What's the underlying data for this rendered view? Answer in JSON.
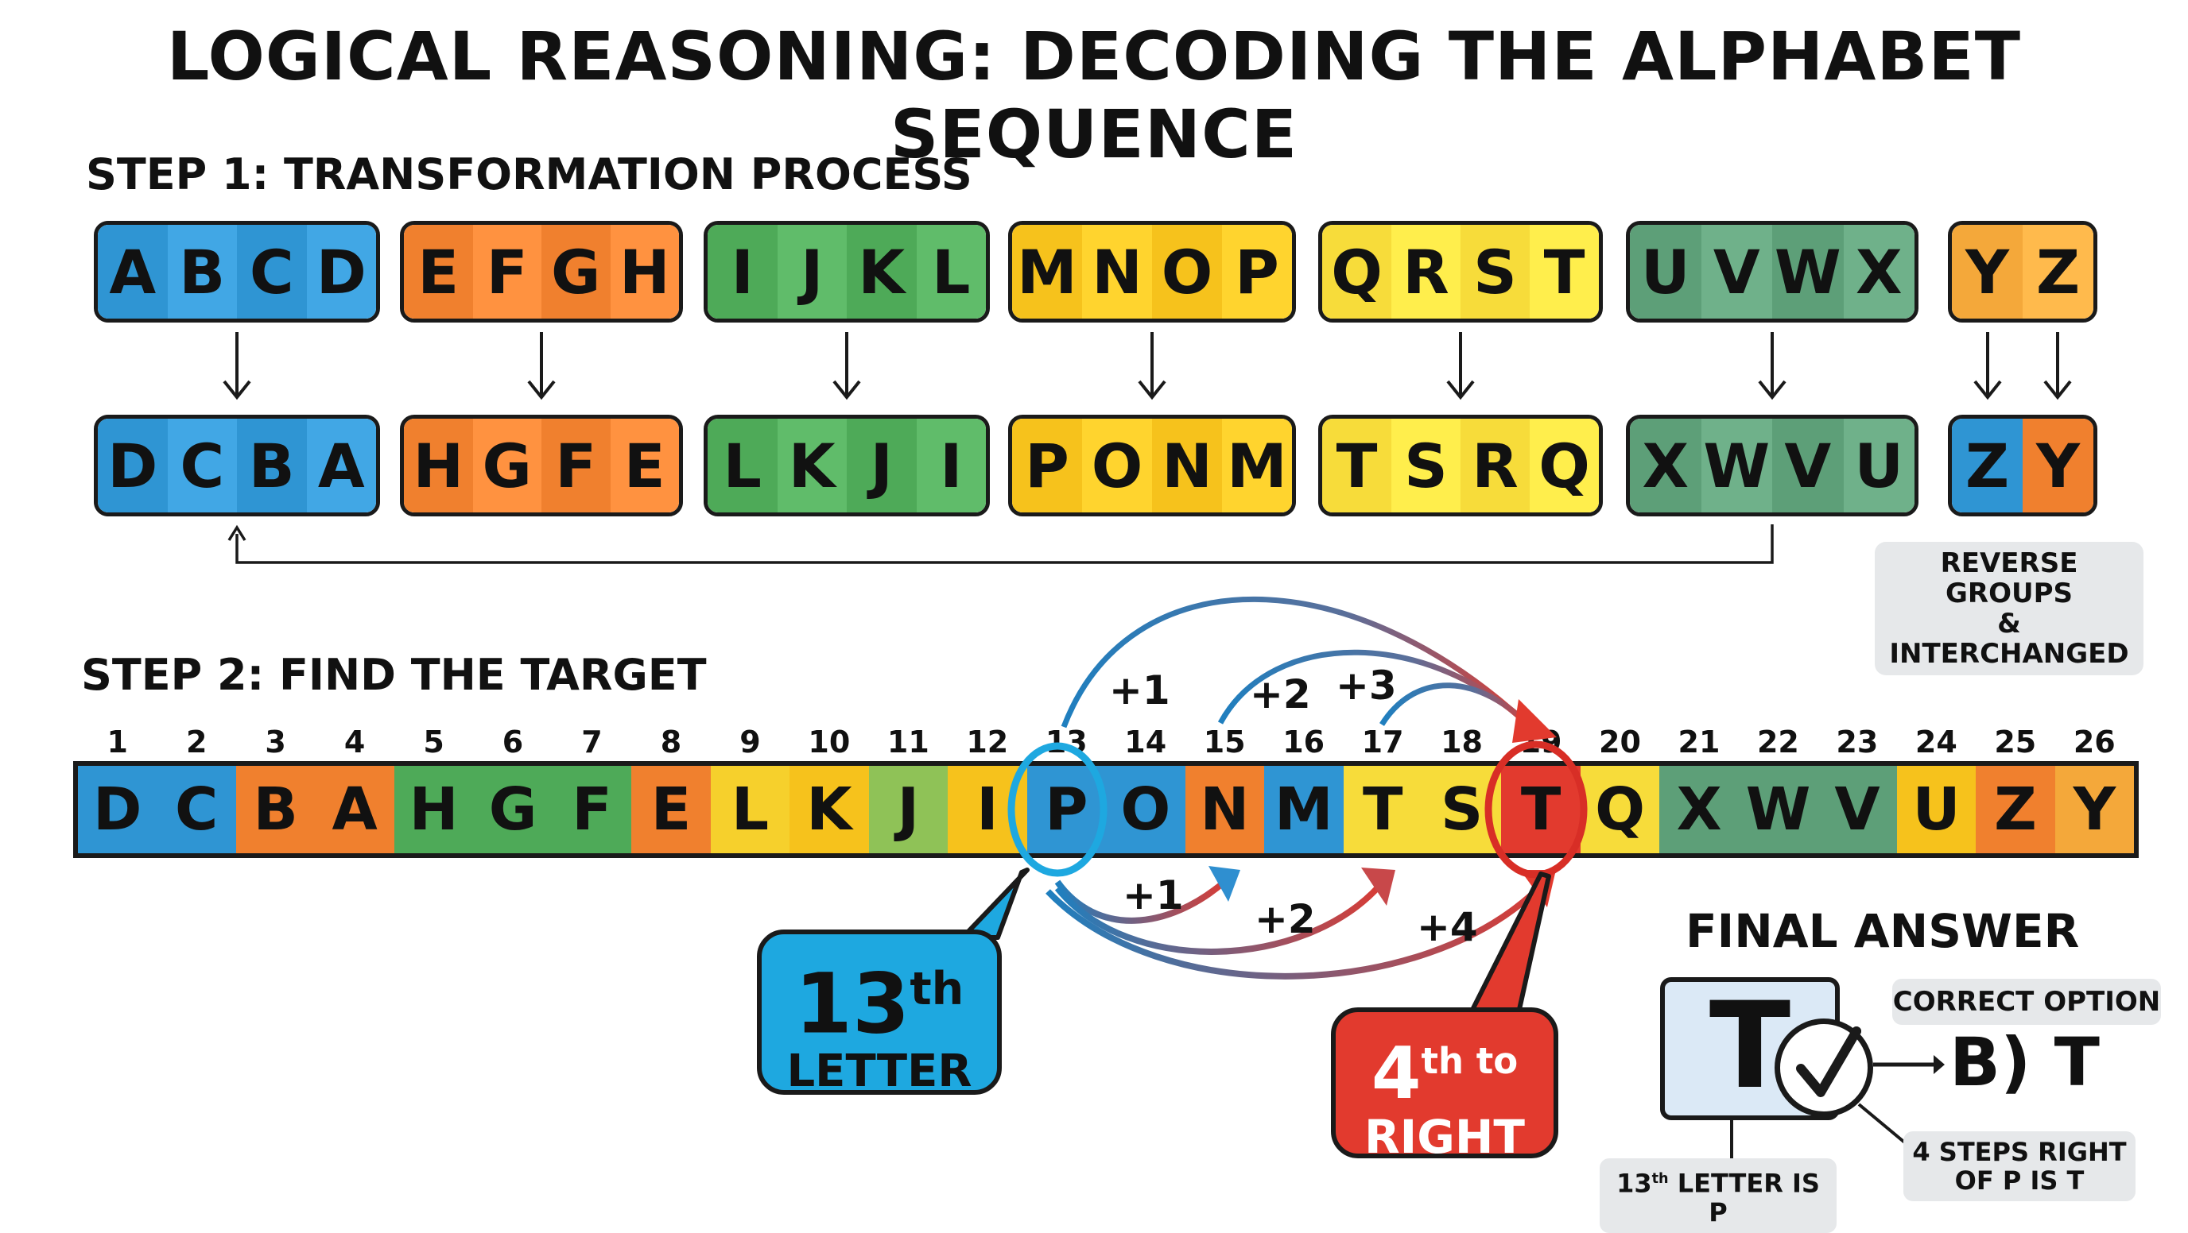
{
  "title": "LOGICAL REASONING: DECODING THE ALPHABET SEQUENCE",
  "step1": {
    "heading": "STEP 1: TRANSFORMATION PROCESS",
    "groups": [
      {
        "original": [
          "A",
          "B",
          "C",
          "D"
        ],
        "reversed": [
          "D",
          "C",
          "B",
          "A"
        ],
        "color": "#2f95d3"
      },
      {
        "original": [
          "E",
          "F",
          "G",
          "H"
        ],
        "reversed": [
          "H",
          "G",
          "F",
          "E"
        ],
        "color": "#f0802e"
      },
      {
        "original": [
          "I",
          "J",
          "K",
          "L"
        ],
        "reversed": [
          "L",
          "K",
          "J",
          "I"
        ],
        "color": "#4eaa58"
      },
      {
        "original": [
          "M",
          "N",
          "O",
          "P"
        ],
        "reversed": [
          "P",
          "O",
          "N",
          "M"
        ],
        "color": "#f6c21c"
      },
      {
        "original": [
          "Q",
          "R",
          "S",
          "T"
        ],
        "reversed": [
          "T",
          "S",
          "R",
          "Q"
        ],
        "color": "#f7dc3a"
      },
      {
        "original": [
          "U",
          "V",
          "W",
          "X"
        ],
        "reversed": [
          "X",
          "W",
          "V",
          "U"
        ],
        "color": "#5d9f78"
      },
      {
        "original": [
          "Y",
          "Z"
        ],
        "reversed": [
          "Z",
          "Y"
        ],
        "color": "#f4a83a"
      }
    ],
    "note_line1": "REVERSE GROUPS",
    "note_line2": "& INTERCHANGED"
  },
  "step2": {
    "heading": "STEP 2: FIND THE TARGET",
    "positions": [
      "1",
      "2",
      "3",
      "4",
      "5",
      "6",
      "7",
      "8",
      "9",
      "10",
      "11",
      "12",
      "13",
      "14",
      "15",
      "16",
      "17",
      "18",
      "19",
      "20",
      "21",
      "22",
      "23",
      "24",
      "25",
      "26"
    ],
    "sequence": [
      "D",
      "C",
      "B",
      "A",
      "H",
      "G",
      "F",
      "E",
      "L",
      "K",
      "J",
      "I",
      "P",
      "O",
      "N",
      "M",
      "T",
      "S",
      "T",
      "Q",
      "X",
      "W",
      "V",
      "U",
      "Z",
      "Y"
    ],
    "cell_colors": [
      "#2f95d3",
      "#2f95d3",
      "#f0802e",
      "#f0802e",
      "#4eaa58",
      "#4eaa58",
      "#4eaa58",
      "#f0802e",
      "#f6d02c",
      "#f6c21c",
      "#8fc257",
      "#f6c21c",
      "#2f95d3",
      "#2f95d3",
      "#f0802e",
      "#2f95d3",
      "#f7dc3a",
      "#f7dc3a",
      "#e23a2e",
      "#f7dc3a",
      "#5d9f78",
      "#5d9f78",
      "#5d9f78",
      "#f6c21c",
      "#f0802e",
      "#f4a83a"
    ],
    "top_steps": [
      "+1",
      "+2",
      "+3"
    ],
    "bottom_steps": [
      "+1",
      "+2",
      "+4"
    ],
    "callout_13_number": "13",
    "callout_13_sup": "th",
    "callout_13_text": "LETTER",
    "callout_4_number": "4",
    "callout_4_sup": "th to",
    "callout_4_text": "RIGHT"
  },
  "final": {
    "heading": "FINAL ANSWER",
    "answer_letter": "T",
    "option_label": "CORRECT OPTION",
    "option_value": "B) T",
    "note_left_number": "13",
    "note_left_sup": "th",
    "note_left_text": " LETTER IS P",
    "note_right_line1": "4 STEPS RIGHT",
    "note_right_line2": "OF P IS T"
  },
  "colors": {
    "blue": "#2f95d3",
    "orange": "#f0802e",
    "green": "#4eaa58",
    "yellow": "#f6c21c",
    "teal": "#5d9f78",
    "red": "#e23a2e",
    "callout_blue": "#1ea8e0"
  }
}
